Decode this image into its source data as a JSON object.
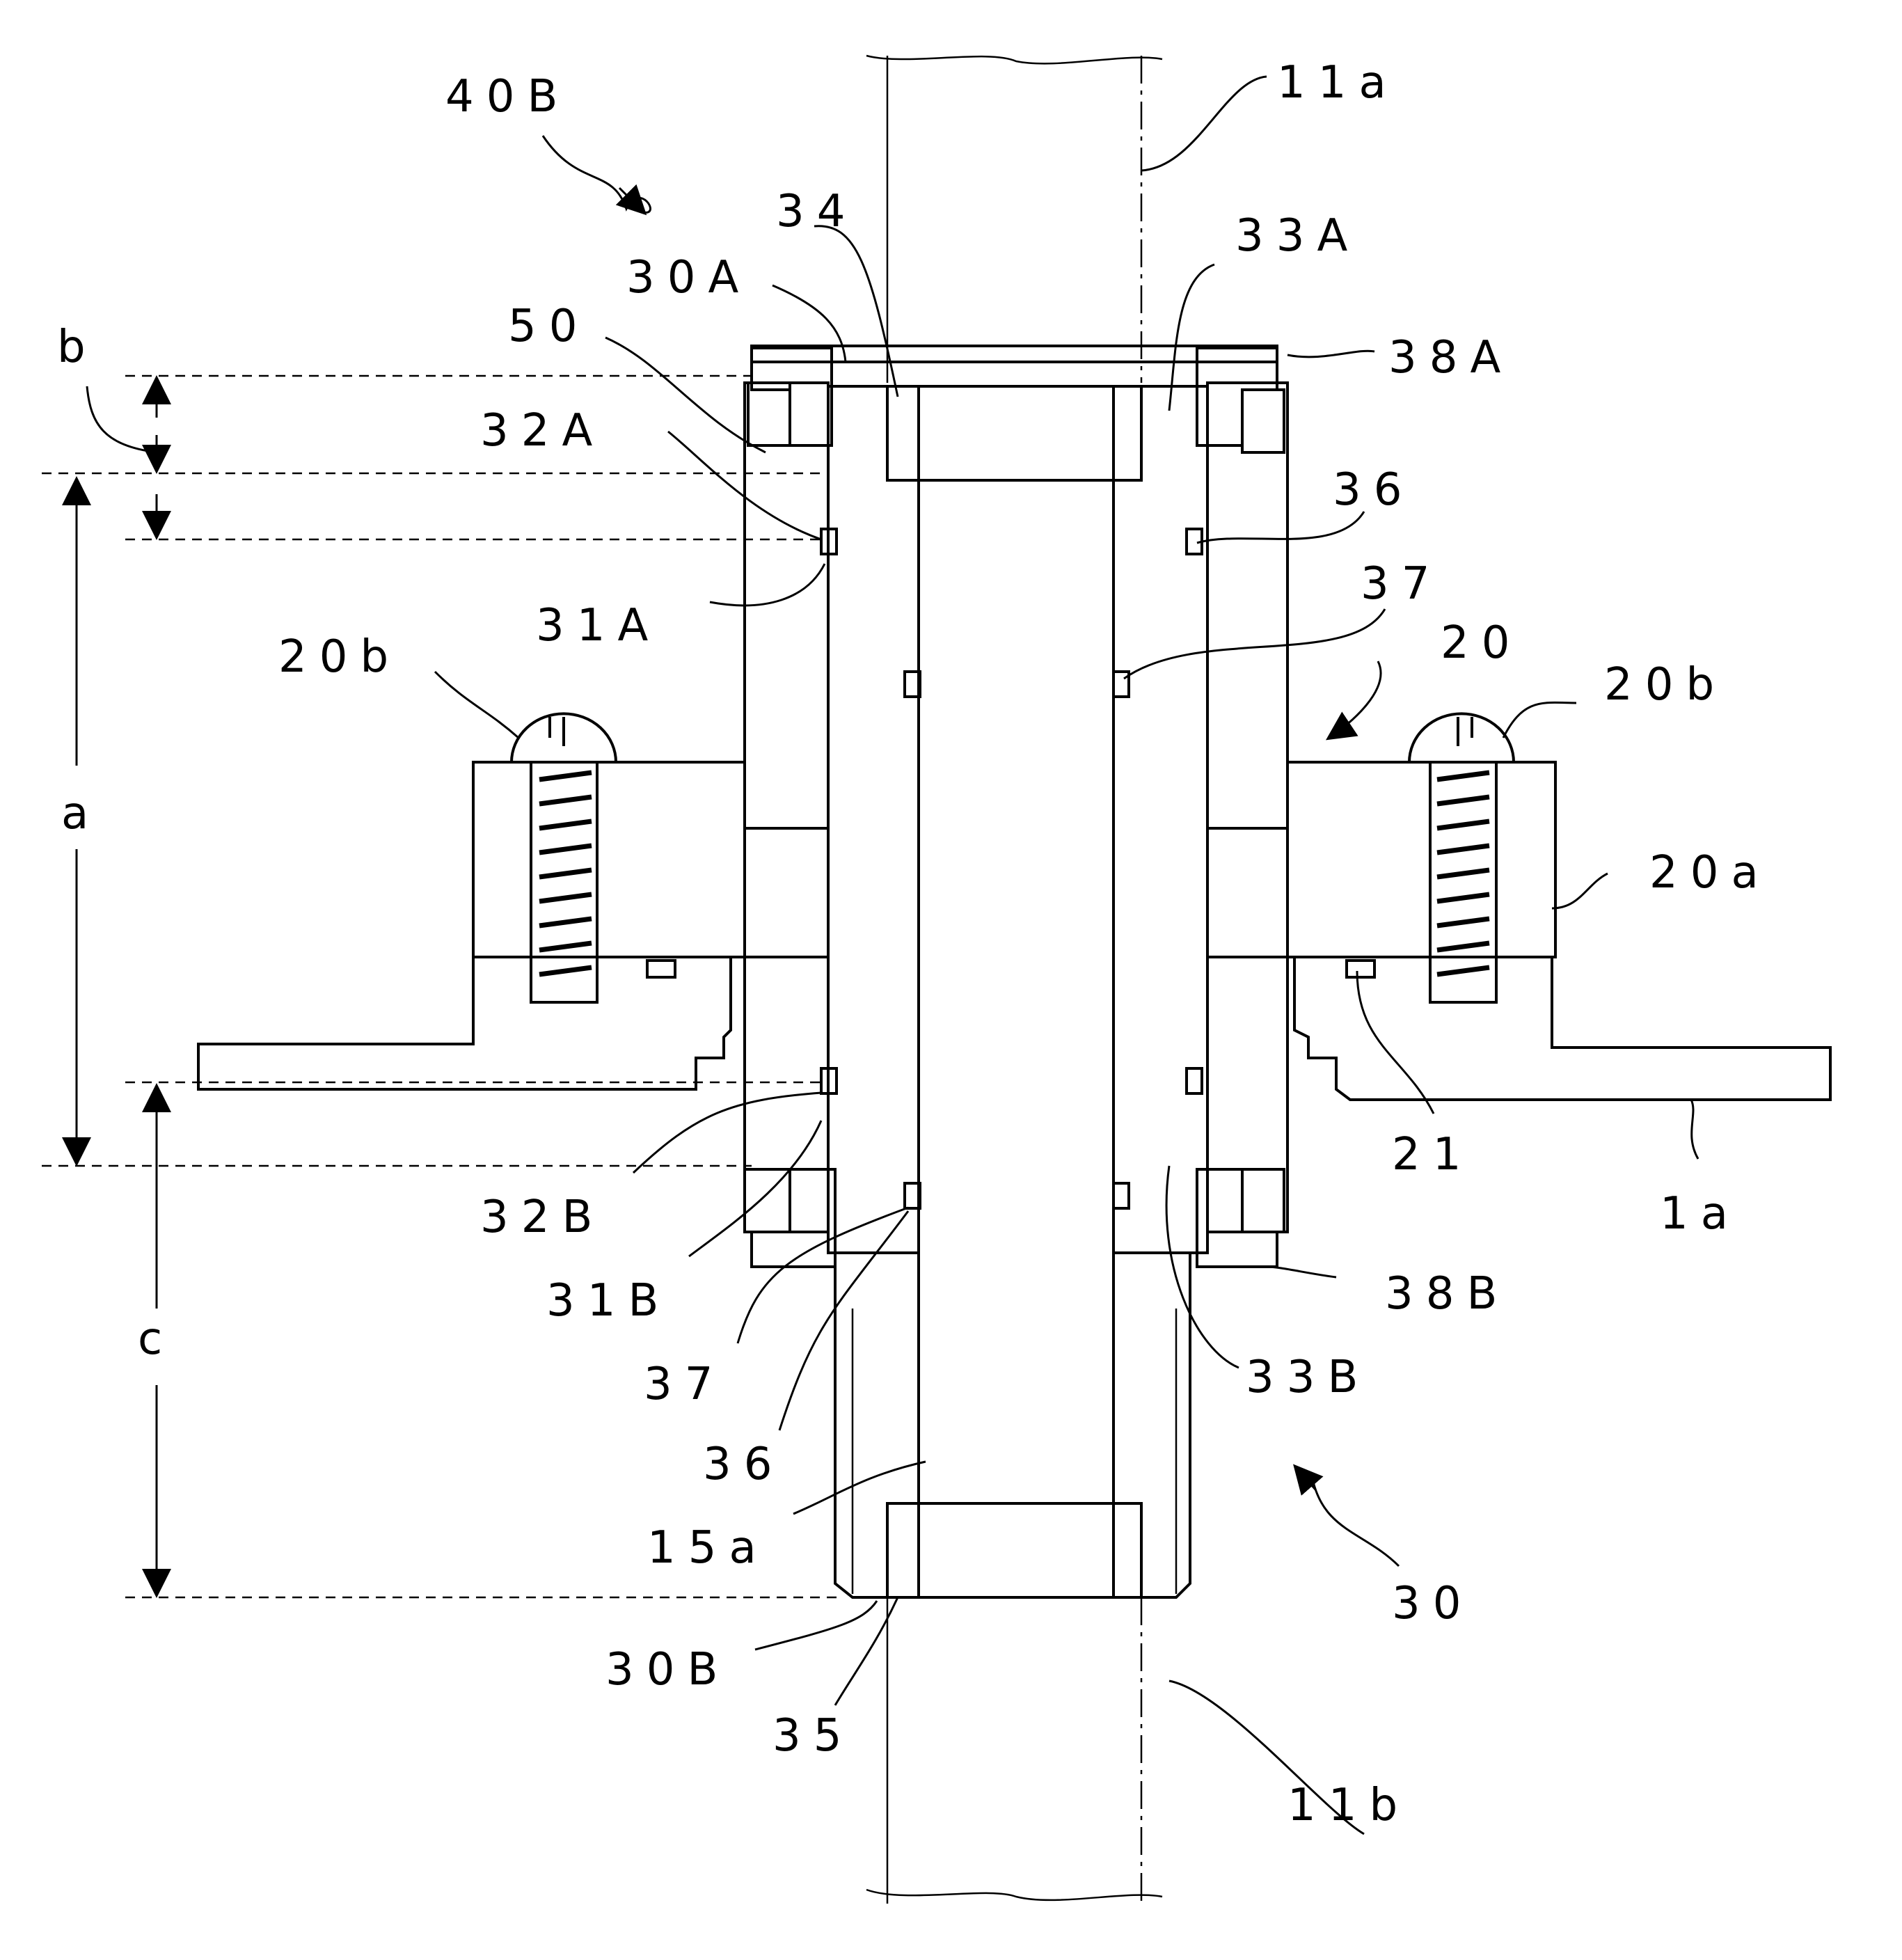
{
  "labels": {
    "l_40B": "40B",
    "l_11a": "11a",
    "l_34": "34",
    "l_30A": "30A",
    "l_33A": "33A",
    "l_50": "50",
    "l_38A": "38A",
    "l_32A": "32A",
    "l_36_top": "36",
    "l_37_top": "37",
    "l_31A": "31A",
    "l_20": "20",
    "l_20b_left": "20b",
    "l_20b_right": "20b",
    "l_20a": "20a",
    "l_21": "21",
    "l_1a": "1a",
    "l_32B": "32B",
    "l_31B": "31B",
    "l_38B": "38B",
    "l_37_bot": "37",
    "l_33B": "33B",
    "l_36_bot": "36",
    "l_15a": "15a",
    "l_30": "30",
    "l_30B": "30B",
    "l_35": "35",
    "l_11b": "11b"
  },
  "dimensions": {
    "a": "a",
    "b": "b",
    "c": "c"
  }
}
